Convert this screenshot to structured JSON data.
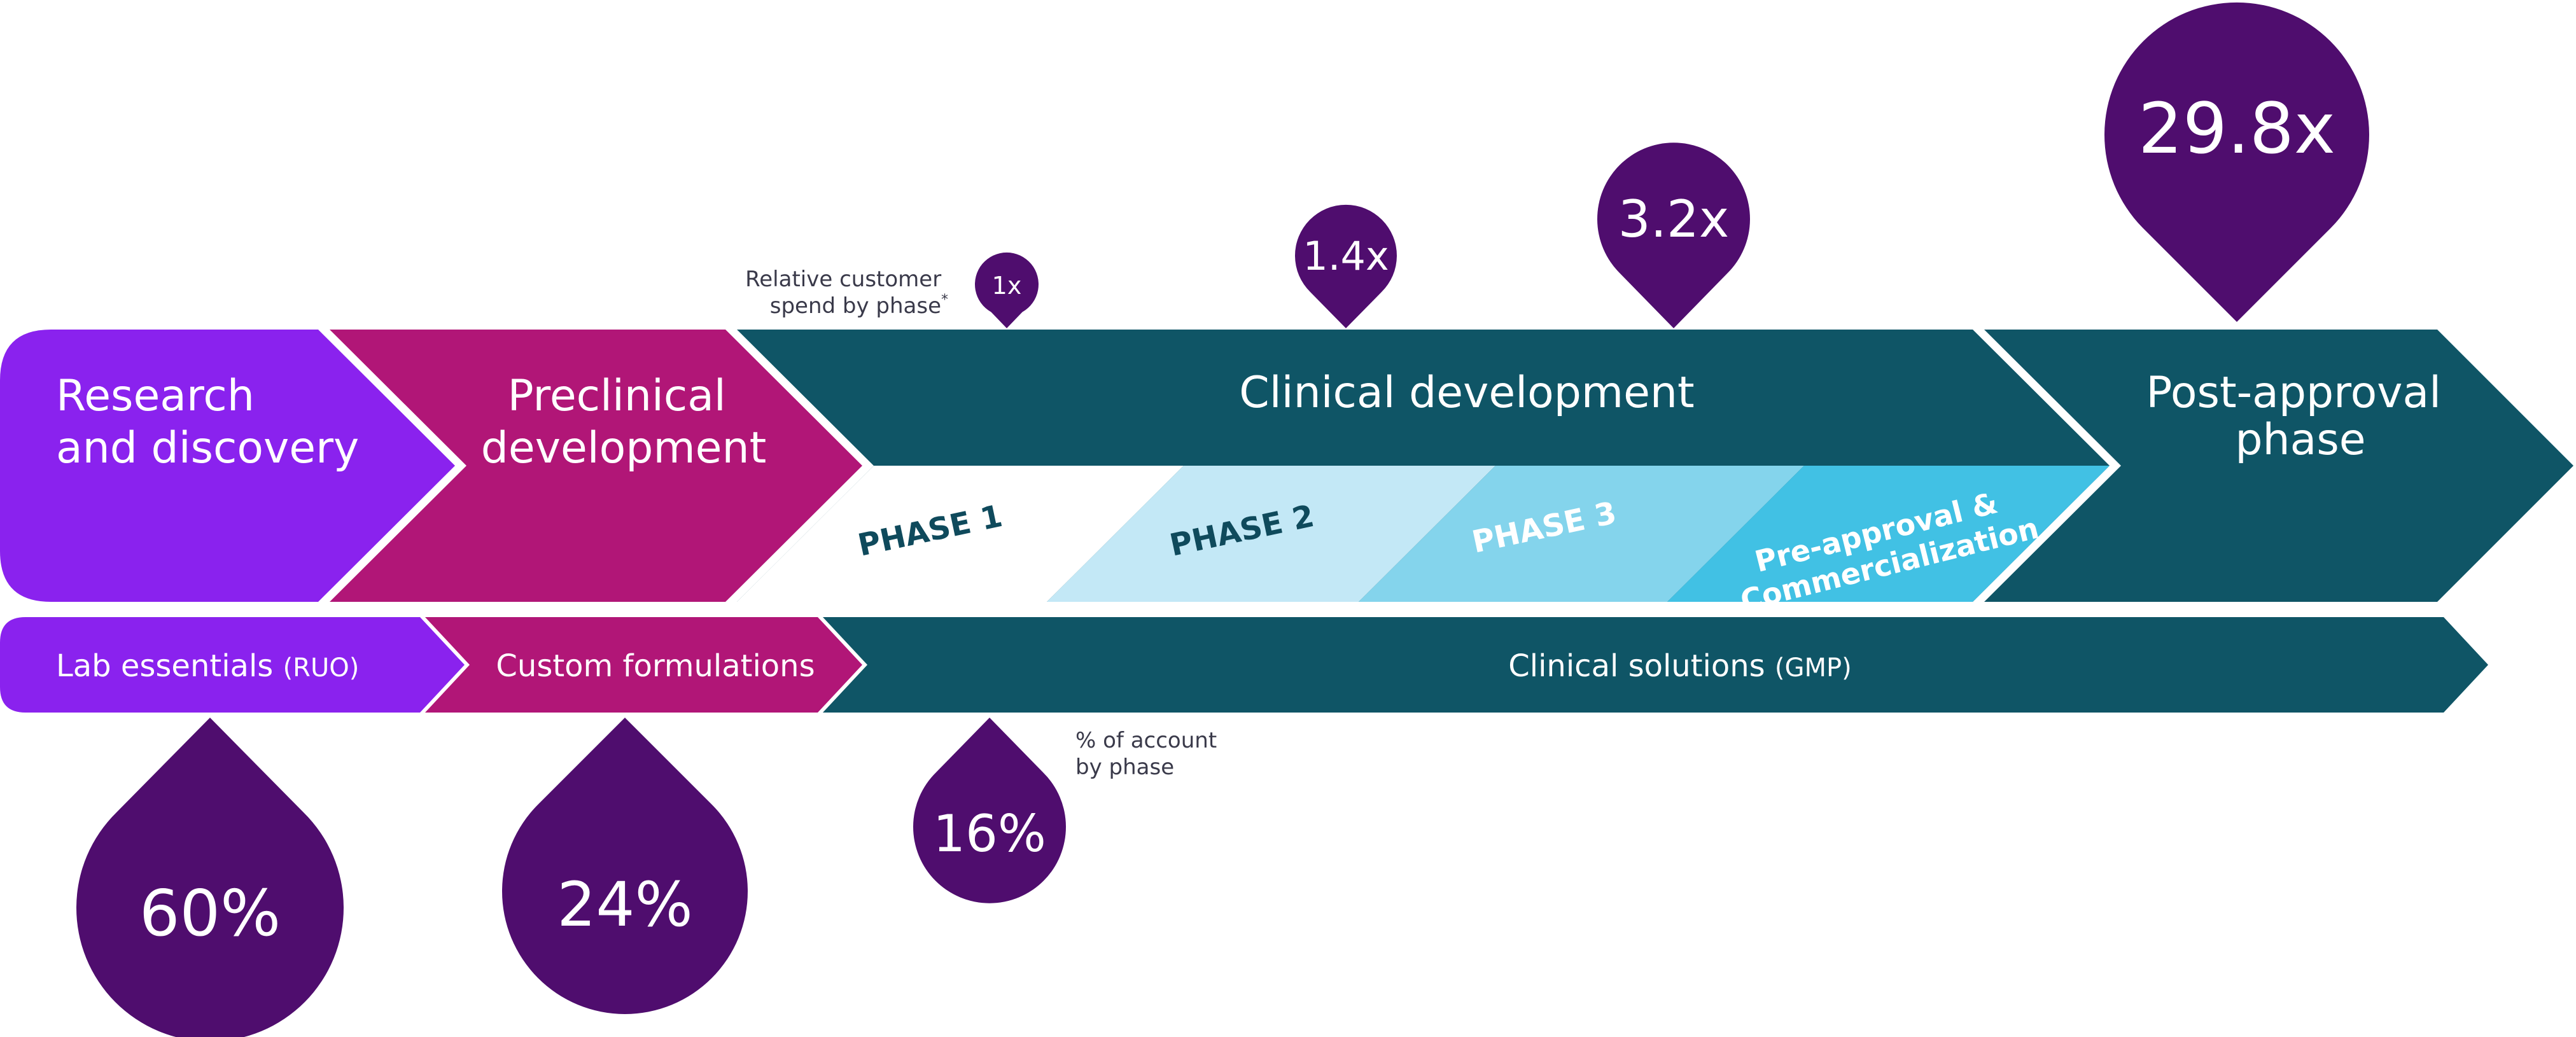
{
  "colors": {
    "violet": "#8a22ee",
    "magenta": "#b11677",
    "teal": "#0f5566",
    "drop": "#4f0d6e",
    "phase1": "#ffffff",
    "phase2": "#c3e8f6",
    "phase3": "#84d4ec",
    "phase4": "#41c1e4",
    "white": "#ffffff",
    "dark_text": "#0f4a5c"
  },
  "stages": {
    "research": {
      "line1": "Research",
      "line2": "and discovery"
    },
    "preclinical": {
      "line1": "Preclinical",
      "line2": "development"
    },
    "clinical": {
      "title": "Clinical development"
    },
    "post": {
      "line1": "Post-approval",
      "line2": "phase"
    }
  },
  "phases": {
    "phase1": "PHASE 1",
    "phase2": "PHASE 2",
    "phase3": "PHASE 3",
    "pre_line1": "Pre-approval &",
    "pre_line2": "Commercialization"
  },
  "offerings": {
    "lab": {
      "main": "Lab essentials ",
      "suffix": "(RUO)"
    },
    "custom": {
      "main": "Custom formulations"
    },
    "clinical": {
      "main": "Clinical solutions ",
      "suffix": "(GMP)"
    }
  },
  "spend_note": {
    "line1": "Relative customer",
    "line2": "spend by phase",
    "mark": "*"
  },
  "account_note": {
    "line1": "% of account",
    "line2": "by phase"
  },
  "spend_drops": [
    "1x",
    "1.4x",
    "3.2x",
    "29.8x"
  ],
  "share_drops": [
    "16%",
    "60%",
    "24%"
  ]
}
